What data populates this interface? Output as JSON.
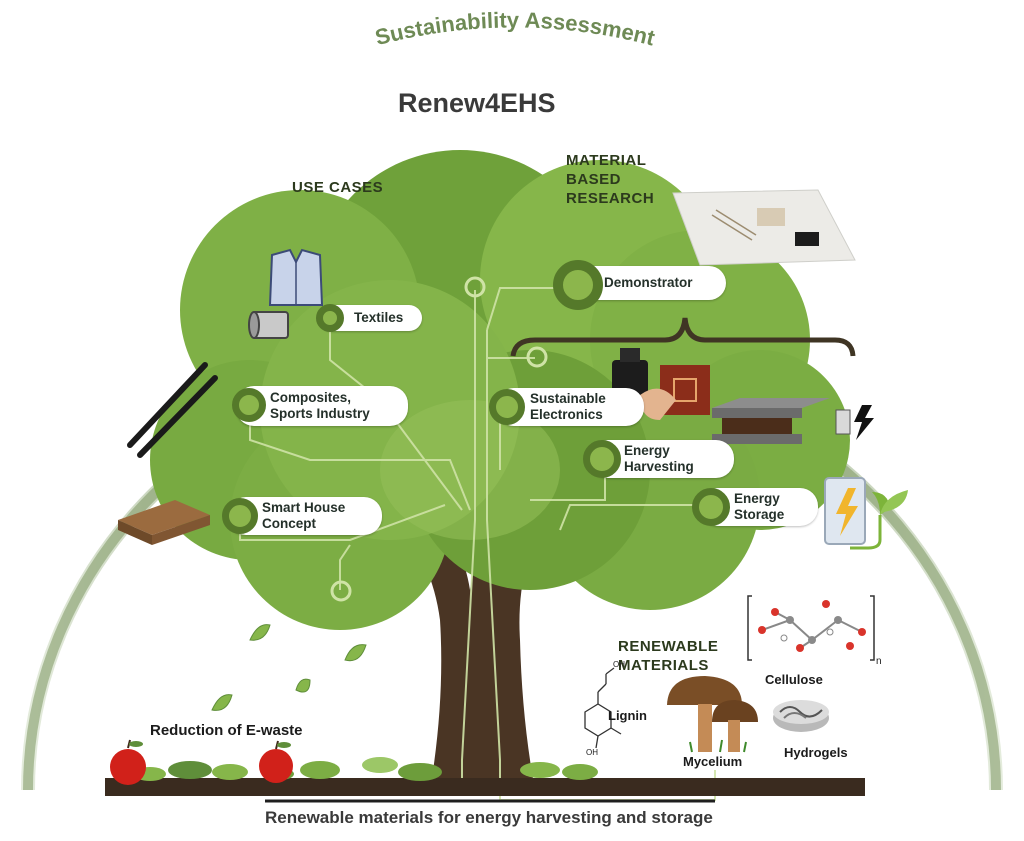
{
  "header": {
    "arc_title": "Sustainability Assessment",
    "project": "Renew4EHS"
  },
  "sections": {
    "use_cases": "USE CASES",
    "material_research": [
      "MATERIAL",
      "BASED",
      "RESEARCH"
    ],
    "renewable_materials": [
      "RENEWABLE",
      "MATERIALS"
    ]
  },
  "use_cases": [
    {
      "label": "Textiles",
      "icon": "jacket-icon"
    },
    {
      "label_lines": [
        "Composites,",
        "Sports Industry"
      ],
      "icon": "skis-icon"
    },
    {
      "label_lines": [
        "Smart House",
        "Concept"
      ],
      "icon": "wood-panel-icon"
    }
  ],
  "research": [
    {
      "label": "Demonstrator",
      "icon": "device-prototype-icon"
    },
    {
      "label_lines": [
        "Sustainable",
        "Electronics"
      ],
      "icon": "printed-circuit-icon"
    },
    {
      "label_lines": [
        "Energy",
        "Harvesting"
      ],
      "icon": "triboelectric-stack-icon"
    },
    {
      "label_lines": [
        "Energy",
        "Storage"
      ],
      "icon": "battery-plant-icon"
    }
  ],
  "materials": {
    "cellulose": "Cellulose",
    "cellulose_subscript": "n",
    "lignin": "Lignin",
    "lignin_oh_top": "OH",
    "lignin_oh_bottom": "OH",
    "mycelium": "Mycelium",
    "hydrogels": "Hydrogels"
  },
  "ground": {
    "reduction": "Reduction of E-waste",
    "footer": "Renewable materials for energy harvesting and storage"
  },
  "colors": {
    "arc": "#6e8a55",
    "canopy_light": "#86b64a",
    "canopy_dark": "#6c9a36",
    "ring": "#55792a",
    "trunk": "#4a3524",
    "soil": "#3a2b1f"
  }
}
